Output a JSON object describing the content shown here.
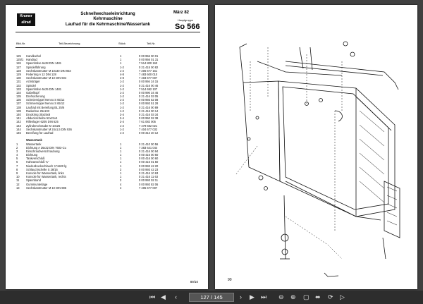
{
  "header": {
    "brand_line1": "Kramer",
    "brand_line2": "allrad",
    "title_line1": "Schnellwechseleinrichtung",
    "title_line2": "Kehrmaschine",
    "title_line3": "Laufrad für die Kehrmaschine/Wassertank",
    "date": "März 82",
    "group_label": "Hauptgruppe",
    "group": "So 566",
    "col_pos": "Bild-Nr.",
    "col_desc": "Teil-Bezeichnung",
    "col_qty": "Stück",
    "col_no": "Teil-Nr."
  },
  "parts": [
    {
      "pos": "125",
      "desc": "Handkurbel",
      "qty": "1",
      "no": "0 00 956 00 01"
    },
    {
      "pos": "125/1",
      "desc": "Handrad",
      "qty": "1",
      "no": "0 00 956 01 31"
    },
    {
      "pos": "126",
      "desc": "Spannhülse 6x28 DIN 1481",
      "qty": "1",
      "no": "7 514 800 160"
    },
    {
      "pos": "127",
      "desc": "Spindelführung",
      "qty": "1-2",
      "no": "0 21 415 00 82"
    },
    {
      "pos": "128",
      "desc": "Sechskantmutter M 10x30 DIN 933",
      "qty": "1-2",
      "no": "7 206 677 161"
    },
    {
      "pos": "129",
      "desc": "Federring A 12 DIN 128",
      "qty": "4-8",
      "no": "7 483 600 010"
    },
    {
      "pos": "130",
      "desc": "Sechskantmutter M 10 DIN 934",
      "qty": "4-8",
      "no": "7 403 677 007"
    },
    {
      "pos": "131",
      "desc": "Achsträger",
      "qty": "1-2",
      "no": "0 00 994 24 15"
    },
    {
      "pos": "132",
      "desc": "Spindel",
      "qty": "1-2",
      "no": "0 21 416 00 46"
    },
    {
      "pos": "133",
      "desc": "Spannhülse 5x25 DIN 1481",
      "qty": "1-2",
      "no": "7 514 692 107"
    },
    {
      "pos": "134",
      "desc": "Gabelkopf",
      "qty": "1-2",
      "no": "0 00 990 34 46"
    },
    {
      "pos": "135",
      "desc": "Drehsicherung",
      "qty": "1-2",
      "no": "0 21 416 03 05"
    },
    {
      "pos": "136",
      "desc": "Schmiernippel Nenno S 65/12",
      "qty": "1-2",
      "no": "0 00 993 52 08"
    },
    {
      "pos": "137",
      "desc": "Schmiernippel Nenno S 65/12",
      "qty": "1-2",
      "no": "0 00 993 51 28"
    },
    {
      "pos": "138",
      "desc": "Laufrad mit Bereifung BL 25/6",
      "qty": "1-2",
      "no": "0 21 416 00 89"
    },
    {
      "pos": "139",
      "desc": "Radachse 25x103",
      "qty": "1-2",
      "no": "0 21 416 00 14"
    },
    {
      "pos": "140",
      "desc": "Druckring 30x25x8",
      "qty": "2-4",
      "no": "0 21 416 03 34"
    },
    {
      "pos": "141",
      "desc": "Abdeckscheibe 52x21x4",
      "qty": "2-4",
      "no": "0 00 950 02 38"
    },
    {
      "pos": "142",
      "desc": "Rillenlager 6205 DIN 625",
      "qty": "2-4",
      "no": "7 61 082 005"
    },
    {
      "pos": "143",
      "desc": "Zylinderschraube M 10x25",
      "qty": "1-2",
      "no": "7 479 682 021"
    },
    {
      "pos": "144",
      "desc": "Sechskantmutter M 24x1,5 DIN 936",
      "qty": "1-2",
      "no": "7 404 677 032"
    },
    {
      "pos": "145",
      "desc": "Bereifung für Laufrad",
      "qty": "1-2",
      "no": "0 00 312 20 12"
    }
  ],
  "section2_title": "Wassertank",
  "parts2": [
    {
      "pos": "1",
      "desc": "Wassertank",
      "qty": "1",
      "no": "0 21 410 00 56"
    },
    {
      "pos": "2",
      "desc": "Dichtung A 26x32 DIN 7603-Cu",
      "qty": "1",
      "no": "7 383 641 044"
    },
    {
      "pos": "3",
      "desc": "Einschraubverschraubung",
      "qty": "1",
      "no": "0 21 416 00 94"
    },
    {
      "pos": "4",
      "desc": "Dichtung",
      "qty": "1",
      "no": "0 00 416 00 60"
    },
    {
      "pos": "5",
      "desc": "Tankverschluß",
      "qty": "1",
      "no": "0 00 416 00 60"
    },
    {
      "pos": "6",
      "desc": "Hahnanschluß ¾\"",
      "qty": "1",
      "no": "0 00 416 01 50"
    },
    {
      "pos": "7",
      "desc": "Niederdruckschlauch ¾\"x500 lg",
      "qty": "1",
      "no": "0 00 993 42 20"
    },
    {
      "pos": "8",
      "desc": "Schlauchschelle S 28/16",
      "qty": "2",
      "no": "0 00 993 42 23"
    },
    {
      "pos": "9",
      "desc": "Konsole für Wassertank, links",
      "qty": "1",
      "no": "0 21 416 10 63"
    },
    {
      "pos": "10",
      "desc": "Konsole für Wassertank, rechts",
      "qty": "1",
      "no": "0 21 416 11 63"
    },
    {
      "pos": "11",
      "desc": "Spannband",
      "qty": "2",
      "no": "0 00 993 02 11"
    },
    {
      "pos": "12",
      "desc": "Gummiunterlage",
      "qty": "4",
      "no": "0 00 993 82 06"
    },
    {
      "pos": "13",
      "desc": "Sechskantmutter M 10 DIN 985",
      "qty": "4",
      "no": "7 405 677 007"
    }
  ],
  "page_left_footer": "89/10",
  "page_right_number": "90",
  "toolbar": {
    "page_label": "127 / 145",
    "icons": [
      "first-page-icon",
      "prev-page-icon",
      "next-page-icon",
      "last-page-icon",
      "zoom-out-icon",
      "zoom-in-icon",
      "fit-page-icon",
      "fit-width-icon",
      "rotate-icon",
      "play-icon"
    ]
  }
}
